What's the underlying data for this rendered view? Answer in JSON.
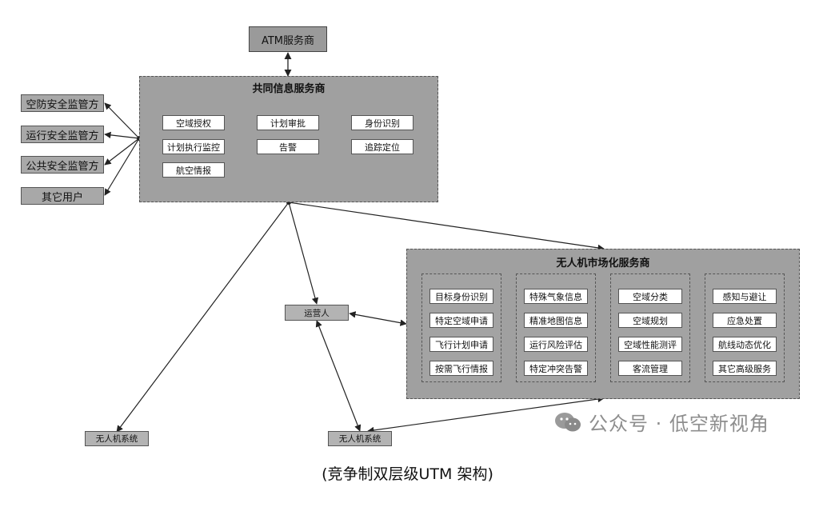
{
  "atm": "ATM服务商",
  "shared": {
    "title": "共同信息服务商",
    "functions": [
      "空域授权",
      "计划审批",
      "身份识别",
      "计划执行监控",
      "告警",
      "追踪定位",
      "航空情报"
    ]
  },
  "stakeholders": [
    "空防安全监管方",
    "运行安全监管方",
    "公共安全监管方",
    "其它用户"
  ],
  "market": {
    "title": "无人机市场化服务商",
    "columns": [
      [
        "目标身份识别",
        "特定空域申请",
        "飞行计划申请",
        "按需飞行情报"
      ],
      [
        "特殊气象信息",
        "精准地图信息",
        "运行风险评估",
        "特定冲突告警"
      ],
      [
        "空域分类",
        "空域规划",
        "空域性能测评",
        "客流管理"
      ],
      [
        "感知与避让",
        "应急处置",
        "航线动态优化",
        "其它高级服务"
      ]
    ]
  },
  "operator": "运营人",
  "uas_left": "无人机系统",
  "uas_right": "无人机系统",
  "watermark": "公众号 · 低空新视角",
  "caption": "(竞争制双层级UTM 架构)"
}
